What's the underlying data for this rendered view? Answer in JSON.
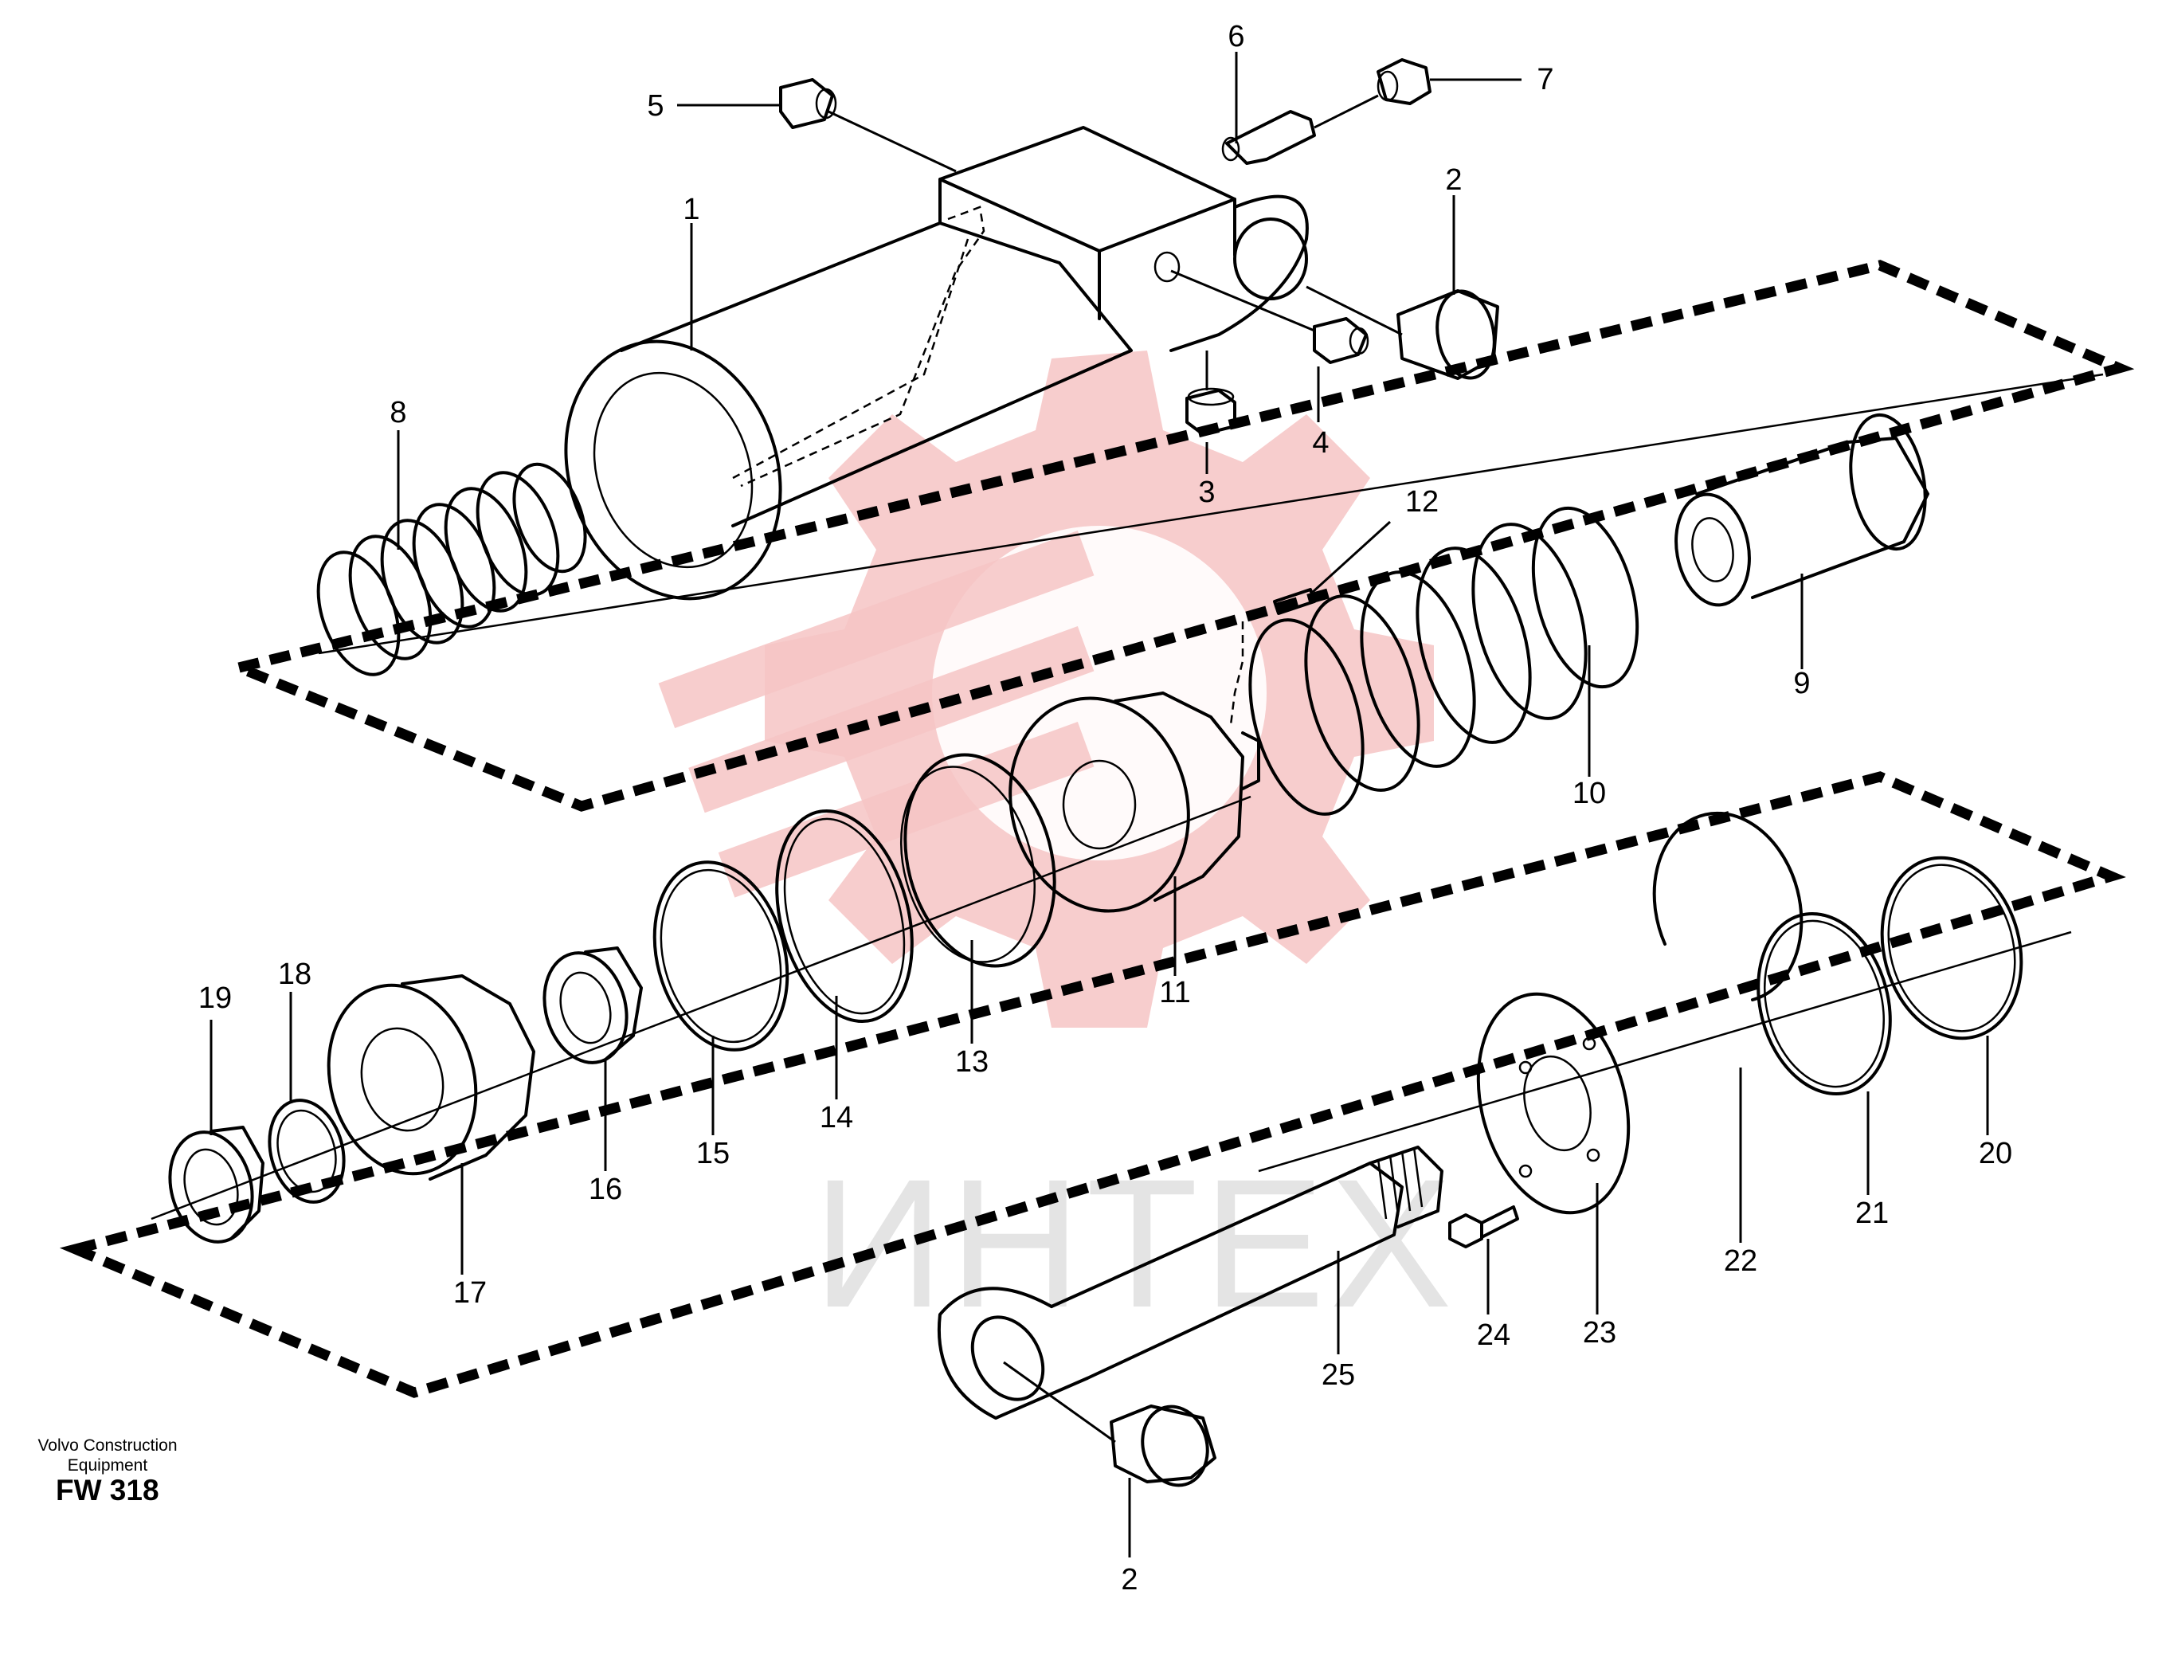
{
  "diagram": {
    "callouts": [
      {
        "id": "c1",
        "text": "1"
      },
      {
        "id": "c2a",
        "text": "2"
      },
      {
        "id": "c2b",
        "text": "2"
      },
      {
        "id": "c3",
        "text": "3"
      },
      {
        "id": "c4",
        "text": "4"
      },
      {
        "id": "c5",
        "text": "5"
      },
      {
        "id": "c6",
        "text": "6"
      },
      {
        "id": "c7",
        "text": "7"
      },
      {
        "id": "c8",
        "text": "8"
      },
      {
        "id": "c9",
        "text": "9"
      },
      {
        "id": "c10",
        "text": "10"
      },
      {
        "id": "c11",
        "text": "11"
      },
      {
        "id": "c12",
        "text": "12"
      },
      {
        "id": "c13",
        "text": "13"
      },
      {
        "id": "c14",
        "text": "14"
      },
      {
        "id": "c15",
        "text": "15"
      },
      {
        "id": "c16",
        "text": "16"
      },
      {
        "id": "c17",
        "text": "17"
      },
      {
        "id": "c18",
        "text": "18"
      },
      {
        "id": "c19",
        "text": "19"
      },
      {
        "id": "c20",
        "text": "20"
      },
      {
        "id": "c21",
        "text": "21"
      },
      {
        "id": "c22",
        "text": "22"
      },
      {
        "id": "c23",
        "text": "23"
      },
      {
        "id": "c24",
        "text": "24"
      },
      {
        "id": "c25",
        "text": "25"
      }
    ]
  },
  "watermark": {
    "text": "ИНТЕХ",
    "color": "#f6c4c4"
  },
  "footer": {
    "manufacturer_line1": "Volvo Construction",
    "manufacturer_line2": "Equipment",
    "figure_code": "FW 318"
  }
}
